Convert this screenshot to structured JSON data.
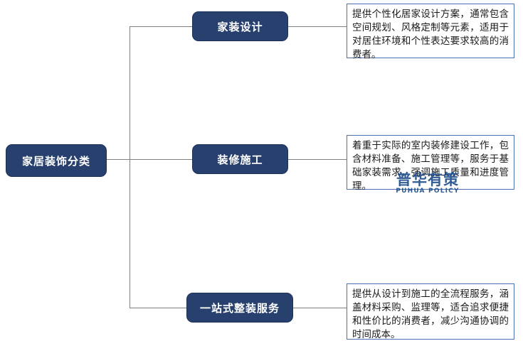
{
  "diagram": {
    "title": "家居装饰分类",
    "root": {
      "label": "家居装饰分类"
    },
    "branches": [
      {
        "label": "家装设计",
        "description": "提供个性化居家设计方案，通常包含空间规划、风格定制等元素，适用于对居住环境和个性表达要求较高的消费者。"
      },
      {
        "label": "装修施工",
        "description": "着重于实际的室内装修建设工作，包含材料准备、施工管理等，服务于基础家装需求，强调施工质量和进度管理。"
      },
      {
        "label": "一站式整装服务",
        "description": "提供从设计到施工的全流程服务，涵盖材料采购、监理等，适合追求便捷和性价比的消费者，减少沟通协调的时间成本。"
      }
    ]
  },
  "watermark": {
    "chinese": "普华有策",
    "english": "PUHUA POLICY"
  },
  "colors": {
    "node_fill": "#27406e",
    "node_border": "#1e3159",
    "node_text": "#ffffff",
    "desc_border": "#4a72b5",
    "desc_text": "#1a1a1a",
    "connector": "#7f7f7f",
    "watermark": "#1f4e8c",
    "background": "#ffffff"
  }
}
